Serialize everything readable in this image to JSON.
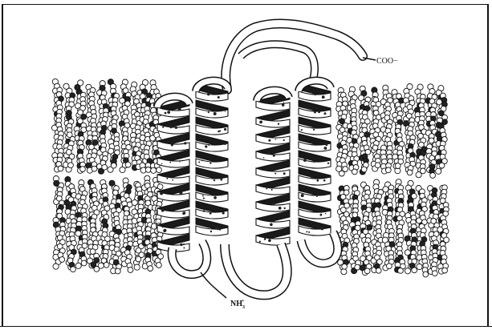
{
  "labels": {
    "c_terminus": "COO−",
    "n_terminus_base": "NH",
    "n_terminus_sub": "3",
    "n_terminus_sup": "+"
  },
  "colors": {
    "ink": "#111111",
    "paper": "#ffffff",
    "shade": "#2a2a2a"
  }
}
